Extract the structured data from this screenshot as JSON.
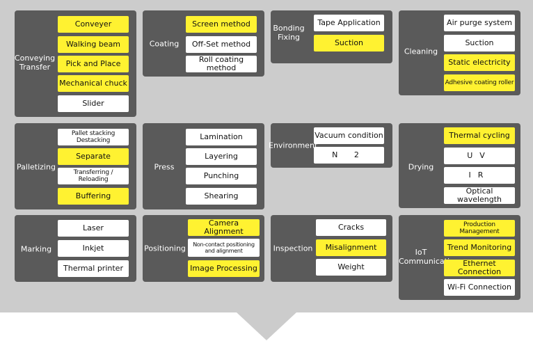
{
  "colors": {
    "page_bg": "#cccccc",
    "card_bg": "#5a5a5a",
    "highlight": "#fff231",
    "plain": "#ffffff",
    "arrow": "#cccccc"
  },
  "cards": [
    {
      "category": "Conveying\nTransfer",
      "items": [
        {
          "label": "Conveyer",
          "highlight": true
        },
        {
          "label": "Walking beam",
          "highlight": true
        },
        {
          "label": "Pick and Place",
          "highlight": true
        },
        {
          "label": "Mechanical chuck",
          "highlight": true
        },
        {
          "label": "Slider",
          "highlight": false
        }
      ]
    },
    {
      "category": "Coating",
      "items": [
        {
          "label": "Screen method",
          "highlight": true
        },
        {
          "label": "Off-Set method",
          "highlight": false
        },
        {
          "label": "Roll coating method",
          "highlight": false
        }
      ]
    },
    {
      "category": "Bonding\nFixing",
      "items": [
        {
          "label": "Tape Application",
          "highlight": false
        },
        {
          "label": "Suction",
          "highlight": true
        }
      ]
    },
    {
      "category": "Cleaning",
      "items": [
        {
          "label": "Air purge system",
          "highlight": false
        },
        {
          "label": "Suction",
          "highlight": false
        },
        {
          "label": "Static electricity",
          "highlight": true
        },
        {
          "label": "Adhesive coating roller",
          "highlight": true
        }
      ]
    },
    {
      "category": "Palletizing",
      "items": [
        {
          "label": "Pallet stacking\nDestacking",
          "highlight": false
        },
        {
          "label": "Separate",
          "highlight": true
        },
        {
          "label": "Transferring / Reloading",
          "highlight": false
        },
        {
          "label": "Buffering",
          "highlight": true
        }
      ]
    },
    {
      "category": "Press",
      "items": [
        {
          "label": "Lamination",
          "highlight": false
        },
        {
          "label": "Layering",
          "highlight": false
        },
        {
          "label": "Punching",
          "highlight": false
        },
        {
          "label": "Shearing",
          "highlight": false
        }
      ]
    },
    {
      "category": "Environment",
      "items": [
        {
          "label": "Vacuum condition",
          "highlight": false
        },
        {
          "label": "N 2",
          "highlight": false
        }
      ]
    },
    {
      "category": "Drying",
      "items": [
        {
          "label": "Thermal cycling",
          "highlight": true
        },
        {
          "label": "UV",
          "highlight": false
        },
        {
          "label": "IR",
          "highlight": false
        },
        {
          "label": "Optical wavelength",
          "highlight": false
        }
      ]
    },
    {
      "category": "Marking",
      "items": [
        {
          "label": "Laser",
          "highlight": false
        },
        {
          "label": "Inkjet",
          "highlight": false
        },
        {
          "label": "Thermal printer",
          "highlight": false
        }
      ]
    },
    {
      "category": "Positioning",
      "items": [
        {
          "label": "Camera Alignment",
          "highlight": true
        },
        {
          "label": "Non-contact positioning\nand alignment",
          "highlight": false
        },
        {
          "label": "Image Processing",
          "highlight": true
        }
      ]
    },
    {
      "category": "Inspection",
      "items": [
        {
          "label": "Cracks",
          "highlight": false
        },
        {
          "label": "Misalignment",
          "highlight": true
        },
        {
          "label": "Weight",
          "highlight": false
        }
      ]
    },
    {
      "category": "IoT\nCommunication",
      "items": [
        {
          "label": "Production Management",
          "highlight": true
        },
        {
          "label": "Trend Monitoring",
          "highlight": true
        },
        {
          "label": "Ethernet Connection",
          "highlight": true
        },
        {
          "label": "Wi-Fi Connection",
          "highlight": false
        }
      ]
    }
  ]
}
